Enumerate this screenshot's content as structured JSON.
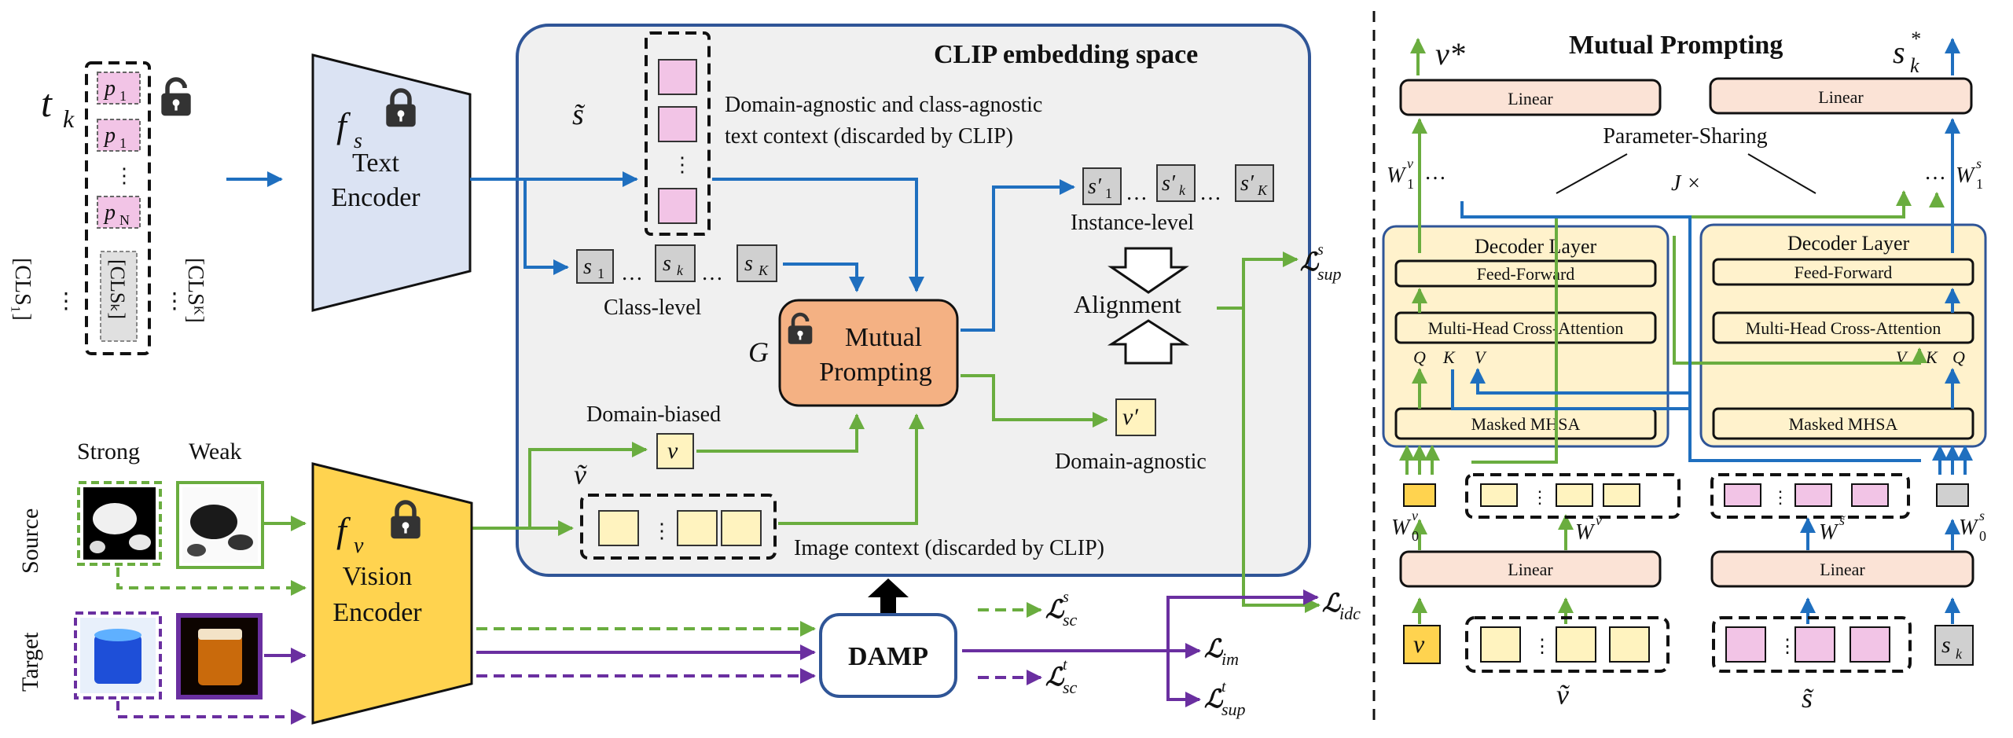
{
  "left": {
    "prompt_symbol": "t",
    "prompt_subscript": "k",
    "prompt_tokens": [
      {
        "base": "p",
        "sub": "1"
      },
      {
        "base": "p",
        "sub": "1"
      },
      {
        "base": "p",
        "sub": "N"
      }
    ],
    "cls_labels": [
      "[CLS₁]",
      "[CLSₖ]",
      "[CLSᴷ]"
    ],
    "vertical_dots": "⋮",
    "horizontal_dots": "…",
    "text_encoder": {
      "symbol": "f",
      "subscript": "s",
      "line1": "Text",
      "line2": "Encoder"
    },
    "vision_encoder": {
      "symbol": "f",
      "subscript": "v",
      "line1": "Vision",
      "line2": "Encoder"
    },
    "strong_label": "Strong",
    "weak_label": "Weak",
    "source_label": "Source",
    "target_label": "Target"
  },
  "clip": {
    "title": "CLIP embedding space",
    "s_tilde": "s̃",
    "text_context_line1": "Domain-agnostic and class-agnostic",
    "text_context_line2": "text context (discarded by CLIP)",
    "class_tokens": [
      {
        "base": "s",
        "sub": "1"
      },
      {
        "base": "s",
        "sub": "k"
      },
      {
        "base": "s",
        "sub": "K"
      }
    ],
    "class_level": "Class-level",
    "instance_tokens": [
      {
        "base": "s′",
        "sub": "1"
      },
      {
        "base": "s′",
        "sub": "k"
      },
      {
        "base": "s′",
        "sub": "K"
      }
    ],
    "instance_level": "Instance-level",
    "alignment": "Alignment",
    "g_label": "G",
    "mutual_line1": "Mutual",
    "mutual_line2": "Prompting",
    "domain_biased": "Domain-biased",
    "v_token": "v",
    "v_tilde": "ṽ",
    "v_prime": "v′",
    "domain_agnostic": "Domain-agnostic",
    "image_context": "Image context (discarded by CLIP)"
  },
  "losses": {
    "l_sup_s": {
      "base": "ℒ",
      "sub": "sup",
      "sup": "s"
    },
    "l_idc": {
      "base": "ℒ",
      "sub": "idc",
      "sup": ""
    },
    "l_sc_s": {
      "base": "ℒ",
      "sub": "sc",
      "sup": "s"
    },
    "l_sc_t": {
      "base": "ℒ",
      "sub": "sc",
      "sup": "t"
    },
    "l_im": {
      "base": "ℒ",
      "sub": "im",
      "sup": ""
    },
    "l_sup_t": {
      "base": "ℒ",
      "sub": "sup",
      "sup": "t"
    }
  },
  "damp_label": "DAMP",
  "right": {
    "title": "Mutual Prompting",
    "v_star": "v*",
    "s_star_base": "s",
    "s_star_sub": "k",
    "s_star_sup": "*",
    "linear": "Linear",
    "parameter_sharing": "Parameter-Sharing",
    "j_times": "J ×",
    "w1v": {
      "base": "W",
      "sub": "1",
      "sup": "v"
    },
    "w1s": {
      "base": "W",
      "sub": "1",
      "sup": "s"
    },
    "decoder_layer": "Decoder Layer",
    "feed_forward": "Feed-Forward",
    "cross_attention": "Multi-Head Cross-Attention",
    "masked_mhsa": "Masked MHSA",
    "q": "Q",
    "k": "K",
    "v": "V",
    "w0v": {
      "base": "W",
      "sub": "0",
      "sup": "v"
    },
    "w0s": {
      "base": "W",
      "sub": "0",
      "sup": "s"
    },
    "w_vtilde": {
      "base": "W",
      "sup": "ṽ"
    },
    "w_stilde": {
      "base": "W",
      "sup": "s̃"
    },
    "bottom_v": "v",
    "bottom_vtilde": "ṽ",
    "bottom_stilde": "s̃",
    "bottom_sk": {
      "base": "s",
      "sub": "k"
    }
  },
  "colors": {
    "blue_arrow": "#1f6fbf",
    "green_arrow": "#6aad3f",
    "purple_arrow": "#6a2fa0",
    "text_encoder_fill": "#dbe3f3",
    "vision_encoder_fill": "#ffd34f",
    "clip_panel_fill": "#f0f0f0",
    "clip_panel_stroke": "#2f5597",
    "mutual_fill": "#f4b183",
    "pink_token": "#f2c4e6",
    "yellow_token": "#fff3bf",
    "linear_fill": "#fbe3d6",
    "decoder_fill": "#fff2cc",
    "gray_token": "#d0d0d0"
  },
  "icons": [
    "lock-open-icon",
    "lock-closed-icon"
  ]
}
